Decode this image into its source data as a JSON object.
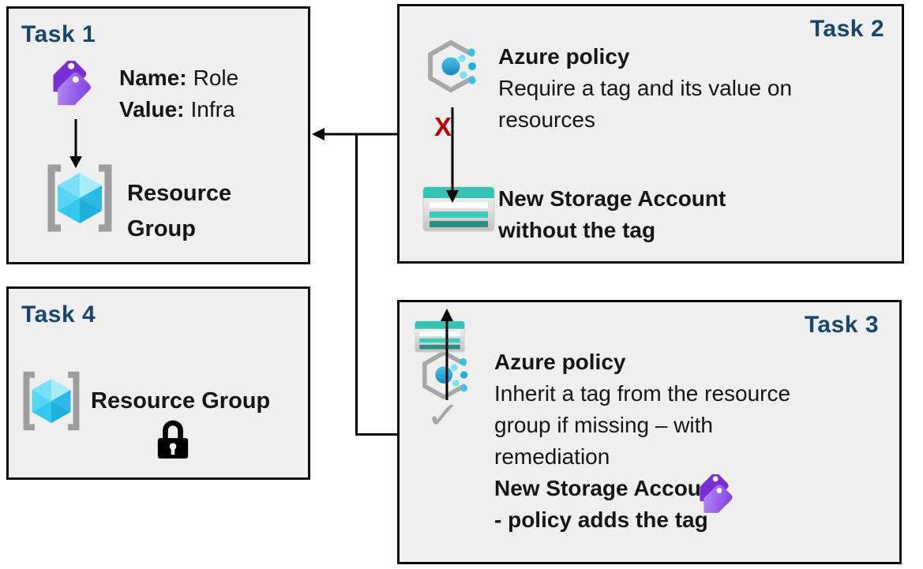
{
  "diagram_title": "Azure policy tagging tasks diagram",
  "colors": {
    "box_background": "#efefef",
    "box_border": "#0d0d0d",
    "title_blue": "#17466e",
    "body_text": "#151515",
    "x_mark_red": "#c00000",
    "check_gray": "#a6a6a6",
    "storage_teal": "#36c3b1",
    "storage_teal_dark": "#2a8d80",
    "tag_purple": "#8a4fe0",
    "cube_cyan": "#3cc9ef",
    "bracket_gray": "#9d9d9d",
    "hexagon_gray": "#a8a8a8"
  },
  "icons": {
    "tag": "tag-icon",
    "resource_group": "resource-group-icon",
    "azure_policy": "azure-policy-icon",
    "storage_account": "storage-account-icon",
    "lock": "lock-icon",
    "x_mark_glyph": "X",
    "check_glyph": "✓"
  },
  "task1": {
    "title": "Task 1",
    "tag_name_label": "Name:",
    "tag_name_value": "Role",
    "tag_value_label": "Value:",
    "tag_value_value": "Infra",
    "resource_group_line1": "Resource",
    "resource_group_line2": "Group"
  },
  "task2": {
    "title": "Task 2",
    "policy_heading": "Azure policy",
    "policy_desc_line1": "Require a tag and its value on",
    "policy_desc_line2": "resources",
    "x_mark": "X",
    "storage_line1": "New Storage Account",
    "storage_line2": "without the tag"
  },
  "task3": {
    "title": "Task 3",
    "policy_heading": "Azure policy",
    "policy_desc_line1": "Inherit a tag from the resource",
    "policy_desc_line2": "group if missing – with",
    "policy_desc_line3": "remediation",
    "storage_line1": "New Storage Account",
    "storage_line2": "- policy adds the tag",
    "check_mark": "✓"
  },
  "task4": {
    "title": "Task 4",
    "resource_group_label": "Resource Group"
  }
}
